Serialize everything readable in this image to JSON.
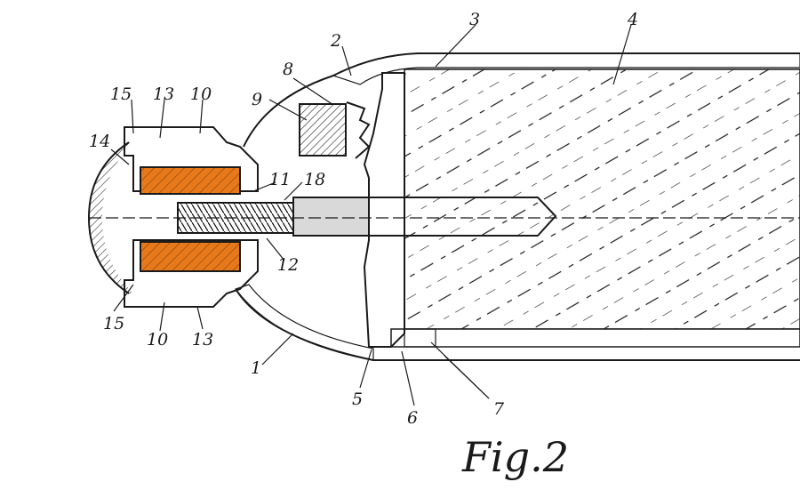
{
  "figure": {
    "caption": "Fig.2",
    "colors": {
      "ink": "#1a1a1a",
      "paper": "#ffffff",
      "highlight": "#e8791a"
    },
    "labels": {
      "l1": "1",
      "l2": "2",
      "l3": "3",
      "l4": "4",
      "l5": "5",
      "l6": "6",
      "l7": "7",
      "l8": "8",
      "l9": "9",
      "l10a": "10",
      "l10b": "10",
      "l11": "11",
      "l12": "12",
      "l13a": "13",
      "l13b": "13",
      "l14": "14",
      "l15a": "15",
      "l15b": "15",
      "l18": "18"
    }
  }
}
